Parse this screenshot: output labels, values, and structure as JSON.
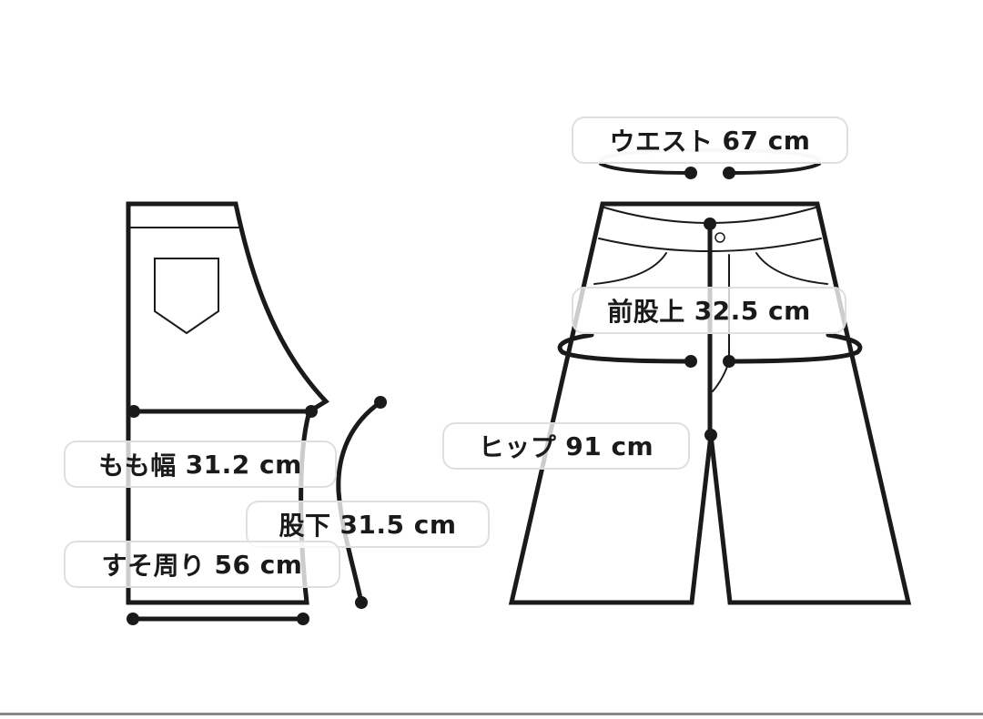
{
  "diagram": {
    "type": "garment-size-chart",
    "garment": "wide pants",
    "colors": {
      "line": "#1a1a1a",
      "background": "#ffffff",
      "label_border": "#dcdcdc"
    },
    "measurements": {
      "waist": {
        "label": "ウエスト",
        "value": "67 cm"
      },
      "rise": {
        "label": "前股上",
        "value": "32.5 cm"
      },
      "hip": {
        "label": "ヒップ",
        "value": "91 cm"
      },
      "thigh": {
        "label": "もも幅",
        "value": "31.2 cm"
      },
      "inseam": {
        "label": "股下",
        "value": "31.5 cm"
      },
      "hem": {
        "label": "すそ周り",
        "value": "56 cm"
      }
    }
  }
}
